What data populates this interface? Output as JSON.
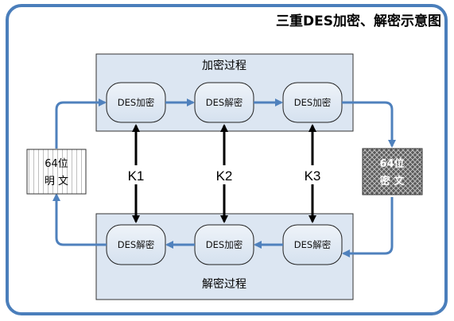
{
  "title": "三重DES加密、解密示意图",
  "encrypt_section": {
    "label": "加密过程",
    "nodes": [
      "DES加密",
      "DES解密",
      "DES加密"
    ]
  },
  "decrypt_section": {
    "label": "解密过程",
    "nodes": [
      "DES解密",
      "DES加密",
      "DES解密"
    ]
  },
  "keys": [
    "K1",
    "K2",
    "K3"
  ],
  "plaintext": {
    "line1": "64位",
    "line2": "明 文"
  },
  "ciphertext": {
    "line1": "64位",
    "line2": "密 文"
  },
  "colors": {
    "frame": "#4a7ebb",
    "panel_fill": "#dce6f2",
    "node_fill": "#dfe8f3",
    "flow_arrow": "#4f81bd"
  }
}
